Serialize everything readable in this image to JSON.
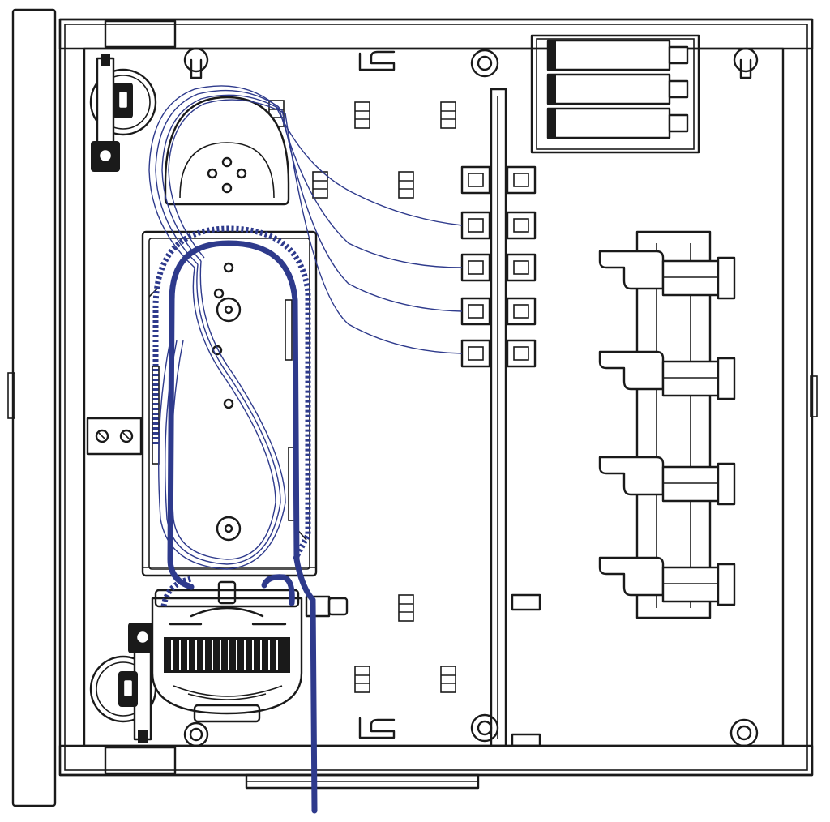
{
  "colors": {
    "outline": "#1a1a1a",
    "background": "#ffffff",
    "fiber_blue": "#2e3a8c"
  },
  "diagram": {
    "kind": "fiber-optic-distribution-box-interior-line-drawing",
    "parts": {
      "adapter_count": 5,
      "splitter_count": 3,
      "cable_clamp_count": 4,
      "fiber_lines_count": 4
    }
  }
}
